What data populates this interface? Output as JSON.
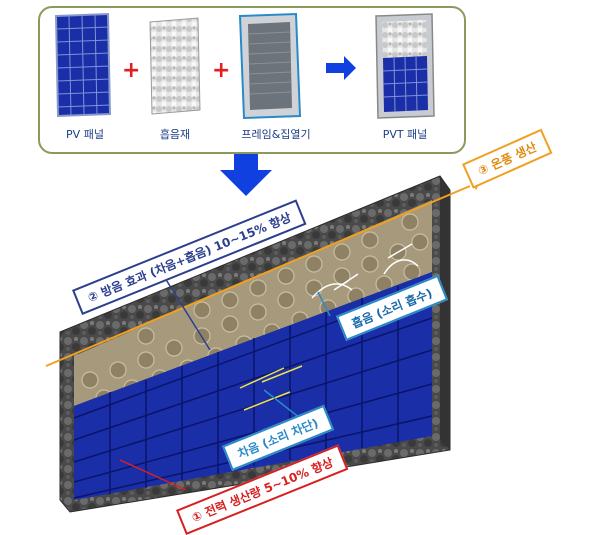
{
  "components": [
    {
      "label": "PV 패널"
    },
    {
      "label": "흡음재"
    },
    {
      "label": "프레임&집열기"
    },
    {
      "label": "PVT 패널"
    }
  ],
  "callouts": {
    "heating": "③ 온풍 생산",
    "soundproof": "② 방음 효과 (차음+흡음) 10~15% 향상",
    "absorb": "흡음 (소리 흡수)",
    "block": "차음 (소리 차단)",
    "power": "① 전력 생산량 5~10% 향상"
  },
  "colors": {
    "frame_green": "#8a9a5b",
    "panel_blue": "#1a2ea8",
    "callout_navy": "#2c3f8f",
    "callout_orange": "#f0a020",
    "callout_cyan": "#2a8ac8",
    "callout_red": "#d82020",
    "arrow_blue": "#1040e0"
  }
}
